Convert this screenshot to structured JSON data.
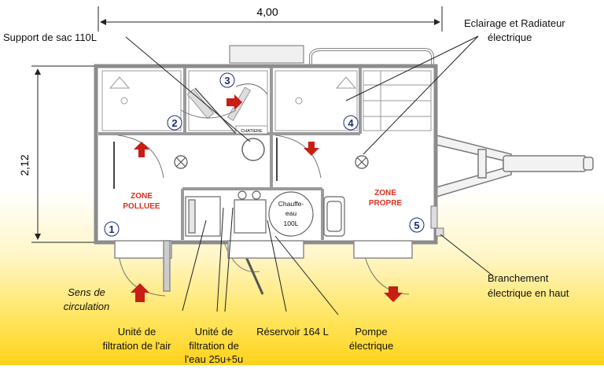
{
  "dimensions": {
    "width": "4,00",
    "height": "2,12"
  },
  "labels": {
    "support_sac": "Support de sac 110L",
    "eclairage_1": "Eclairage et Radiateur",
    "eclairage_2": "électrique",
    "branchement_1": "Branchement",
    "branchement_2": "électrique en haut",
    "sens_1": "Sens de",
    "sens_2": "circulation",
    "unite_air_1": "Unité de",
    "unite_air_2": "filtration de l'air",
    "unite_eau_1": "Unité de",
    "unite_eau_2": "filtration de",
    "unite_eau_3": "l'eau 25u+5u",
    "reservoir": "Réservoir 164 L",
    "pompe_1": "Pompe",
    "pompe_2": "électrique",
    "chauffe_1": "Chauffe-",
    "chauffe_2": "eau",
    "chauffe_3": "100L",
    "chatiere": "CHATIERE",
    "zone_polluee_1": "ZONE",
    "zone_polluee_2": "POLLUEE",
    "zone_propre_1": "ZONE",
    "zone_propre_2": "PROPRE"
  },
  "room_numbers": [
    "1",
    "2",
    "3",
    "4",
    "5"
  ],
  "colors": {
    "wall": "#8c8c8c",
    "wall_fill": "#bdbdbd",
    "arrow_red": "#c81e14",
    "zone_text": "#e0301e",
    "number": "#1a2b80"
  }
}
